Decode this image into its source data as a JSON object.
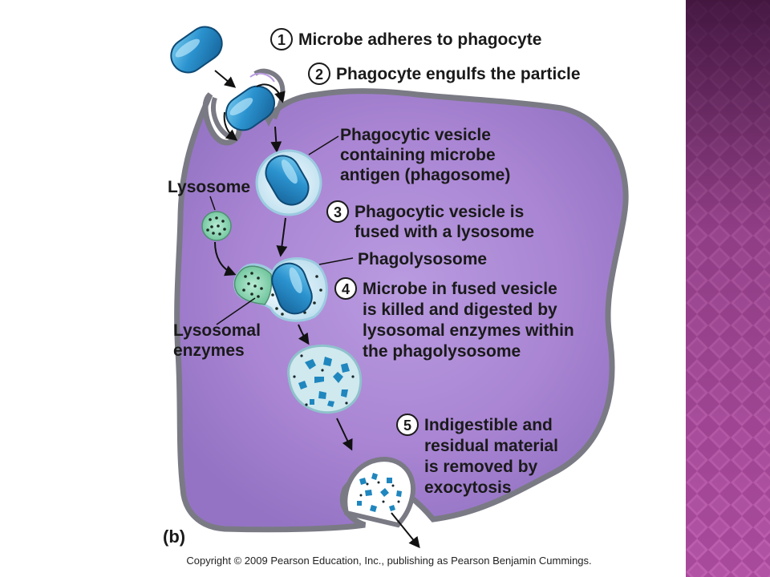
{
  "panel_label": "(b)",
  "steps": [
    {
      "num": "1",
      "text": "Microbe adheres to phagocyte"
    },
    {
      "num": "2",
      "text": "Phagocyte engulfs the particle"
    },
    {
      "num": "3",
      "lines": [
        "Phagocytic vesicle is",
        "fused with a lysosome"
      ]
    },
    {
      "num": "4",
      "lines": [
        "Microbe in fused vesicle",
        "is killed and digested by",
        "lysosomal enzymes within",
        "the phagolysosome"
      ]
    },
    {
      "num": "5",
      "lines": [
        "Indigestible and",
        "residual material",
        "is removed by",
        "exocytosis"
      ]
    }
  ],
  "labels": {
    "phagosome": [
      "Phagocytic vesicle",
      "containing microbe",
      "antigen (phagosome)"
    ],
    "lysosome": "Lysosome",
    "phagolysosome": "Phagolysosome",
    "lysosomal_enzymes": [
      "Lysosomal",
      "enzymes"
    ]
  },
  "copyright": "Copyright © 2009 Pearson Education, Inc., publishing as Pearson Benjamin Cummings.",
  "colors": {
    "cell": "#a987d2",
    "cell_edge": "#7d7d86",
    "microbe": "#2a8fc9",
    "vesicle": "#dceef7",
    "lysosome": "#8fd3b4",
    "side_band": "#b04ea3"
  }
}
